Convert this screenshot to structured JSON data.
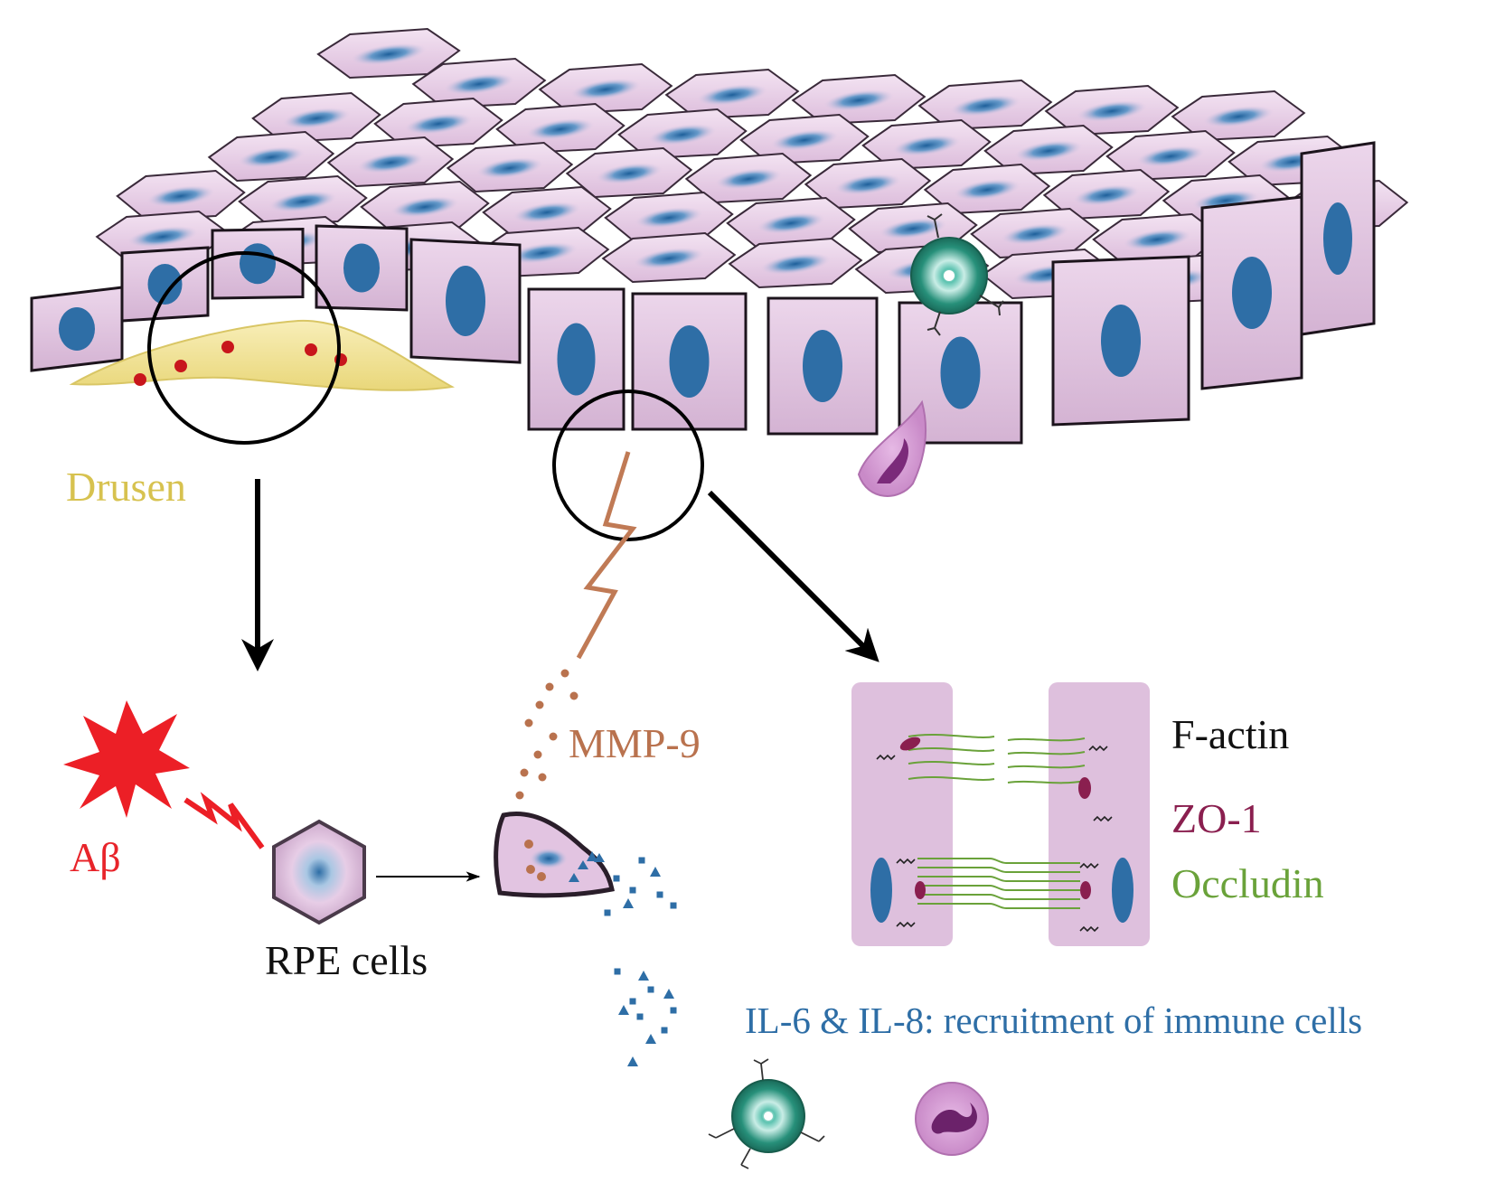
{
  "colors": {
    "cell_fill": "#e7cde6",
    "nucleus": "#2e6ea6",
    "drusen": "#f2e49a",
    "drusen_text": "#d7c24f",
    "abeta": "#e8242a",
    "mmp9": "#b9724e",
    "f_actin": "#111111",
    "zo1": "#8a1f4f",
    "occludin": "#6aa23a",
    "cytokine": "#2e6ea6",
    "immune_cell": "#1f8a70",
    "neutrophil": "#c56fc3"
  },
  "labels": {
    "drusen": "Drusen",
    "abeta": "Aβ",
    "rpe_cells": "RPE cells",
    "mmp9": "MMP-9",
    "f_actin": "F-actin",
    "zo1": "ZO-1",
    "occludin": "Occludin",
    "cytokines": "IL-6 & IL-8: recruitment of immune cells"
  },
  "icons": {
    "epithelium": "rpe-cell-sheet",
    "drusen": "drusen-deposit",
    "abeta": "starburst-icon",
    "lightning": "lightning-bolt-icon",
    "rpe_cell": "hexagonal-cell-icon",
    "damaged_cell": "damaged-cell-icon",
    "immune_cell": "lymphocyte-icon",
    "neutrophil": "neutrophil-icon",
    "junction": "tight-junction-diagram"
  }
}
